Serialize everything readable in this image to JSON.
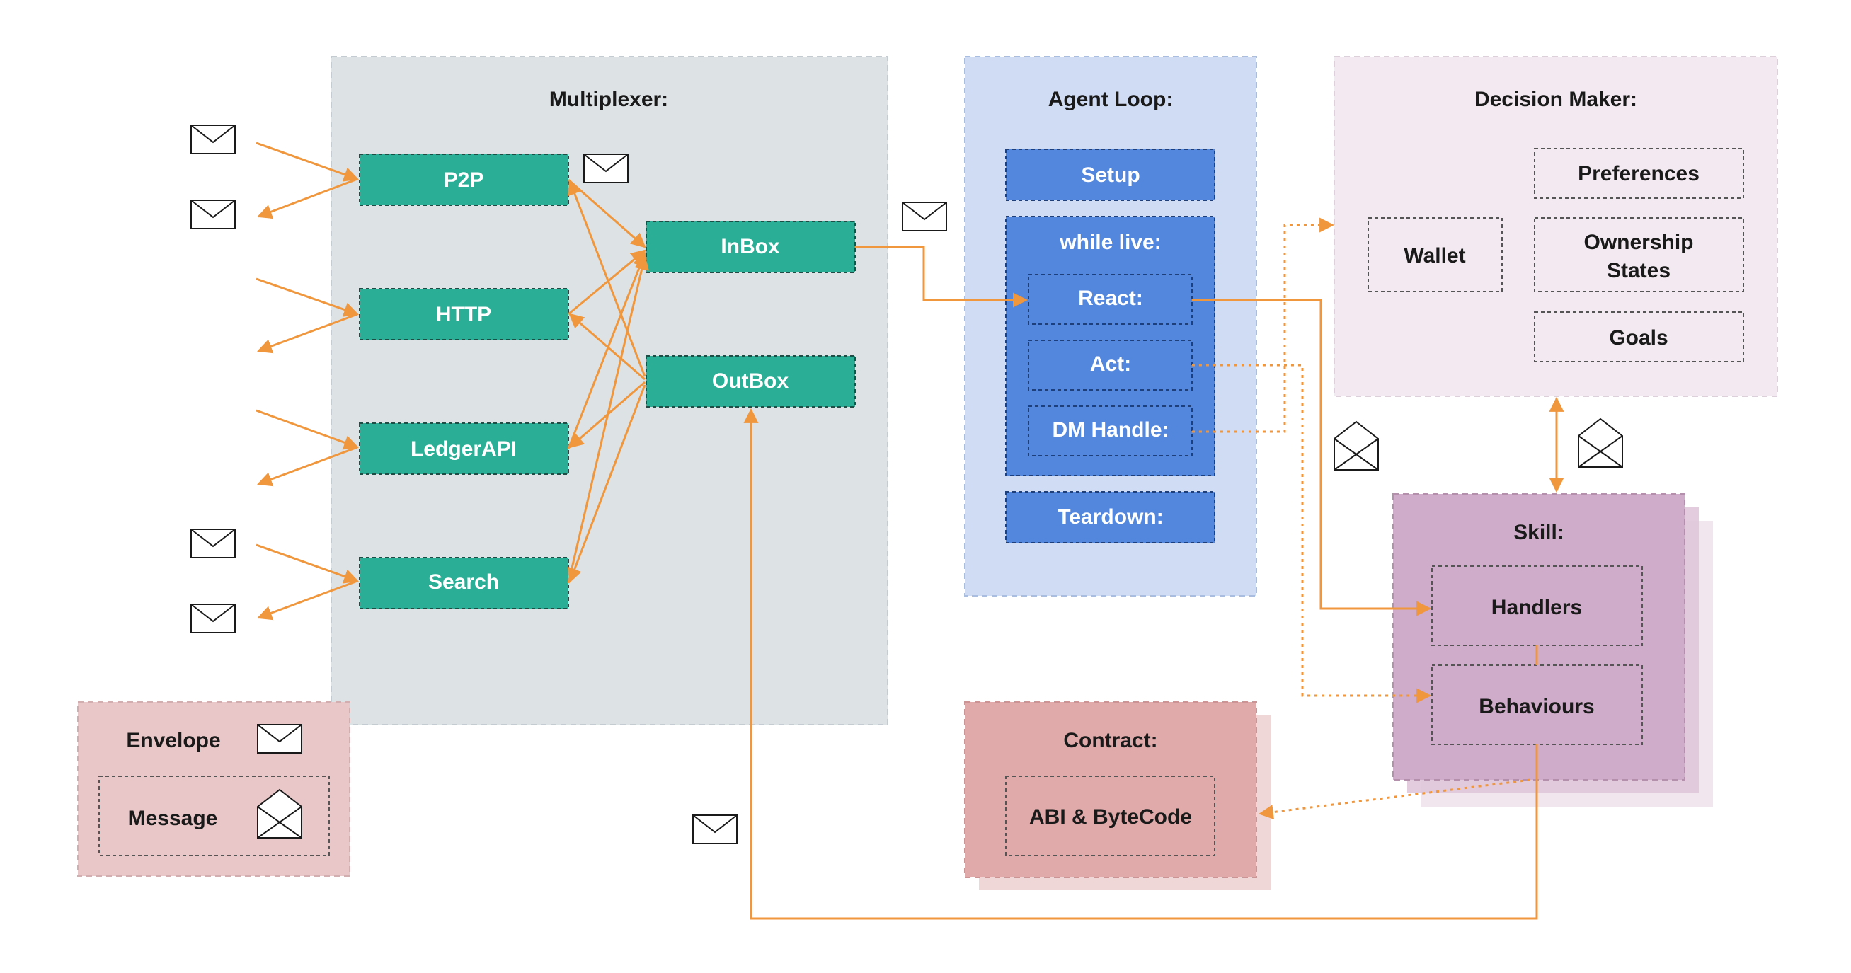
{
  "multiplexer": {
    "title": "Multiplexer:",
    "connections": [
      "P2P",
      "HTTP",
      "LedgerAPI",
      "Search"
    ],
    "inbox": "InBox",
    "outbox": "OutBox"
  },
  "agent_loop": {
    "title": "Agent Loop:",
    "setup": "Setup",
    "while_live": "while live:",
    "react": "React:",
    "act": "Act:",
    "dm_handle": "DM Handle:",
    "teardown": "Teardown:"
  },
  "decision_maker": {
    "title": "Decision Maker:",
    "wallet": "Wallet",
    "preferences": "Preferences",
    "ownership_line1": "Ownership",
    "ownership_line2": "States",
    "goals": "Goals"
  },
  "skill": {
    "title": "Skill:",
    "handlers": "Handlers",
    "behaviours": "Behaviours"
  },
  "contract": {
    "title": "Contract:",
    "abi": "ABI & ByteCode"
  },
  "legend": {
    "envelope": "Envelope",
    "message": "Message"
  },
  "colors": {
    "teal": "#2aae96",
    "blue": "#5387dd",
    "orange": "#f0963c",
    "multiplexer_bg": "#dde2e5",
    "agent_loop_bg": "#cfdcf3",
    "decision_maker_bg": "#f2eaf0",
    "skill_bg": "#cfacc9",
    "contract_bg": "#e0a9aa",
    "legend_bg": "#e9c7c8"
  },
  "icons": [
    "envelope-icon",
    "open-envelope-icon"
  ]
}
